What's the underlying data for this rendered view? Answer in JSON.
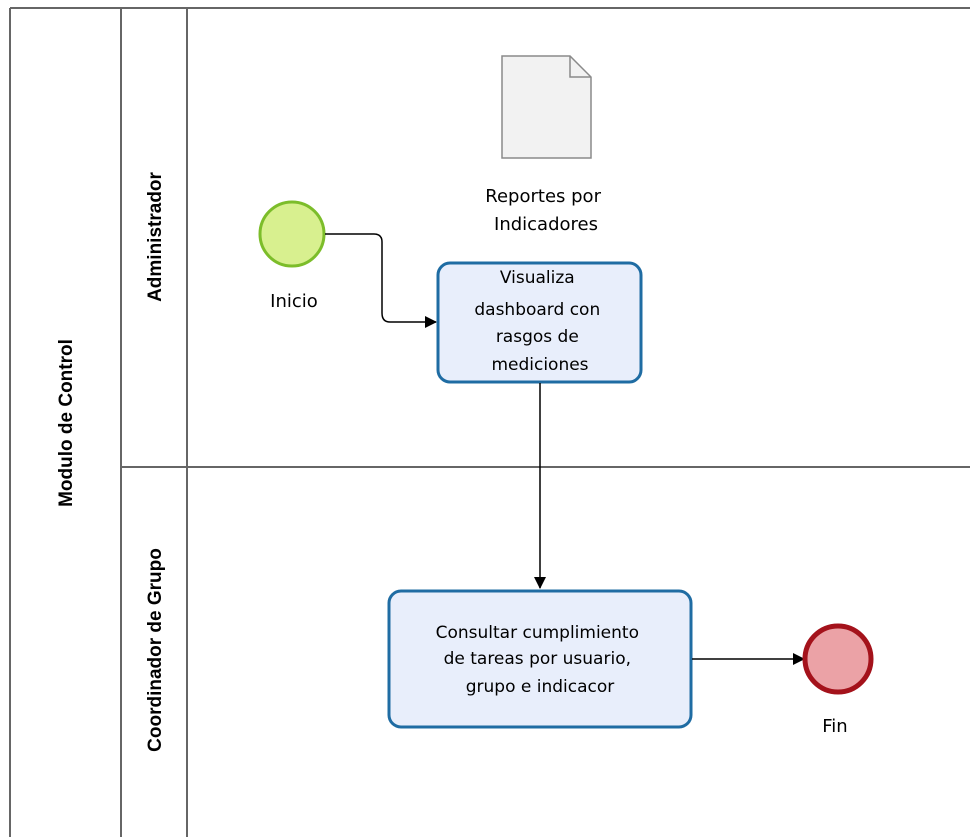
{
  "pool": {
    "title": "Modulo de Control"
  },
  "lanes": [
    {
      "title": "Administrador"
    },
    {
      "title": "Coordinador de Grupo"
    }
  ],
  "events": {
    "start": {
      "label": "Inicio",
      "color": "#d8f08f",
      "stroke": "#7cbd2a"
    },
    "end": {
      "label": "Fin",
      "color": "#eba2a6",
      "stroke": "#a4121b"
    }
  },
  "data_object": {
    "label_lines": [
      "Reportes por",
      "Indicadores"
    ]
  },
  "tasks": [
    {
      "lines": [
        "Visualiza",
        "dashboard con",
        "rasgos  de",
        "mediciones"
      ]
    },
    {
      "lines": [
        "Consultar cumplimiento",
        "de tareas  por usuario,",
        "grupo e indicacor"
      ]
    }
  ],
  "colors": {
    "task_fill": "#e8eefb",
    "task_stroke": "#1f6ca3",
    "lines": "#666666"
  }
}
